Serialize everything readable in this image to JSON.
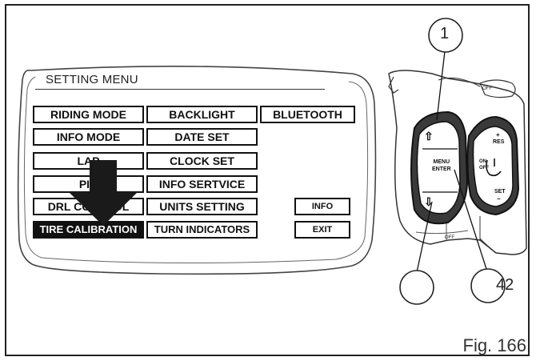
{
  "menu": {
    "title": "SETTING MENU",
    "items": [
      {
        "id": "riding-mode",
        "label": "RIDING MODE"
      },
      {
        "id": "backlight",
        "label": "BACKLIGHT"
      },
      {
        "id": "bluetooth",
        "label": "BLUETOOTH"
      },
      {
        "id": "info-mode",
        "label": "INFO MODE"
      },
      {
        "id": "date-set",
        "label": "DATE SET"
      },
      {
        "id": "lap",
        "label": "LAP"
      },
      {
        "id": "clock-set",
        "label": "CLOCK SET"
      },
      {
        "id": "pin",
        "label": "PIN"
      },
      {
        "id": "info-service",
        "label": "INFO SERTVICE"
      },
      {
        "id": "drl-control",
        "label": "DRL CONTROL"
      },
      {
        "id": "units-setting",
        "label": "UNITS SETTING"
      },
      {
        "id": "tire-calibration",
        "label": "TIRE CALIBRATION",
        "selected": true
      },
      {
        "id": "turn-indicators",
        "label": "TURN INDICATORS"
      }
    ],
    "info_label": "INFO",
    "exit_label": "EXIT"
  },
  "controls": {
    "menu_enter_line1": "MENU",
    "menu_enter_line2": "ENTER",
    "up_symbol": "⇧",
    "down_symbol": "⇩",
    "on_off_label": "ON OFF",
    "res_label": "RES",
    "set_label": "SET",
    "plus": "+",
    "minus": "−",
    "small_mode": "OFF",
    "small_bottom": "OFF"
  },
  "callouts": {
    "one": "1",
    "forty_two": "42"
  },
  "figure_label": "Fig. 166",
  "colors": {
    "ink": "#111111",
    "selected_bg": "#111111",
    "selected_fg": "#ffffff",
    "arrow": "#1a1a1a"
  }
}
